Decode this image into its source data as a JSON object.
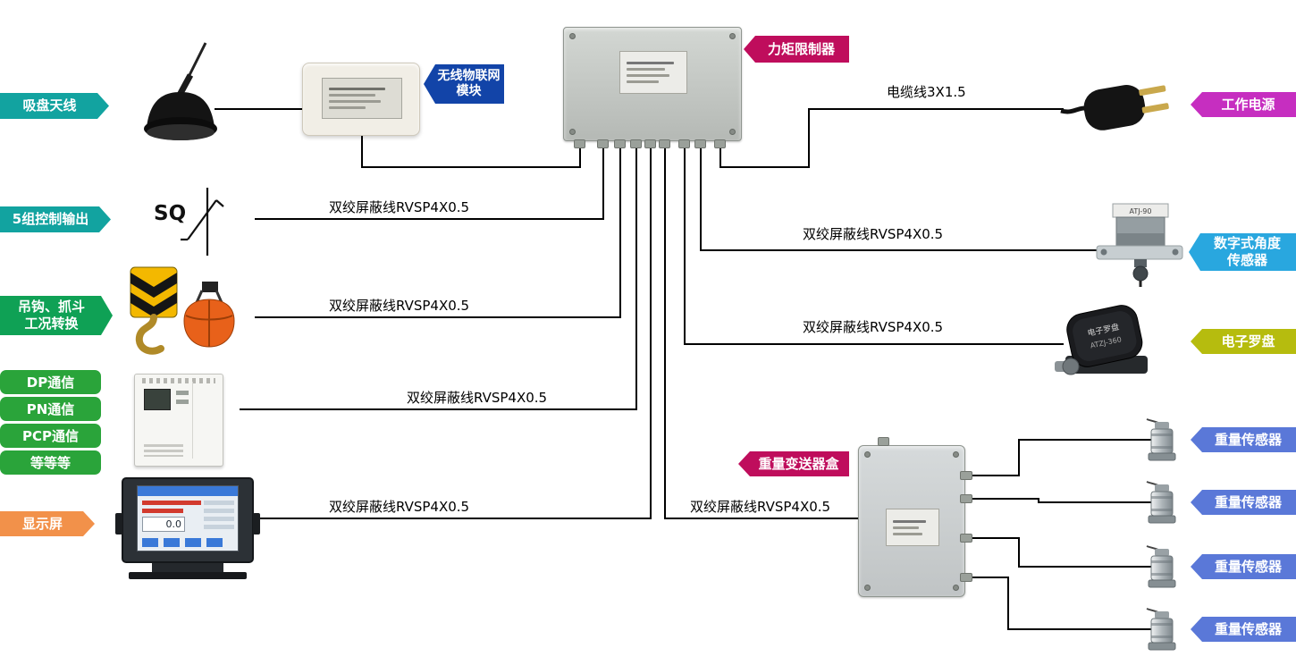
{
  "colors": {
    "teal": "#12a3a0",
    "green": "#0fa155",
    "comm_green": "#2aa43a",
    "orange": "#f2914a",
    "crimson": "#bf0d5c",
    "blue": "#1244a8",
    "magenta": "#c62ec0",
    "sky_blue": "#29a7df",
    "olive": "#b6bc0e",
    "periwinkle": "#5a78d8",
    "wire": "#000000"
  },
  "tags": {
    "suction_antenna": {
      "text": "吸盘天线"
    },
    "control_output": {
      "text": "5组控制输出"
    },
    "hook_mode": {
      "line1": "吊钩、抓斗",
      "line2": "工况转换"
    },
    "comm": {
      "items": [
        "DP通信",
        "PN通信",
        "PCP通信",
        "等等等"
      ]
    },
    "display": {
      "text": "显示屏"
    },
    "torque_limiter": {
      "text": "力矩限制器"
    },
    "wireless_module": {
      "line1": "无线物联网",
      "line2": "模块"
    },
    "working_power": {
      "text": "工作电源"
    },
    "angle_sensor": {
      "line1": "数字式角度",
      "line2": "传感器"
    },
    "compass": {
      "text": "电子罗盘"
    },
    "weight_transmitter": {
      "text": "重量变送器盒"
    },
    "weight_sensors": [
      "重量传感器",
      "重量传感器",
      "重量传感器",
      "重量传感器"
    ]
  },
  "cables": {
    "power": "电缆线3X1.5",
    "shielded": "双绞屏蔽线RVSP4X0.5"
  },
  "markings": {
    "sq": "SQ",
    "display_value": "0.0",
    "angle_model": "ATJ-90",
    "compass_name": "电子罗盘",
    "compass_model": "ATZJ-360"
  }
}
